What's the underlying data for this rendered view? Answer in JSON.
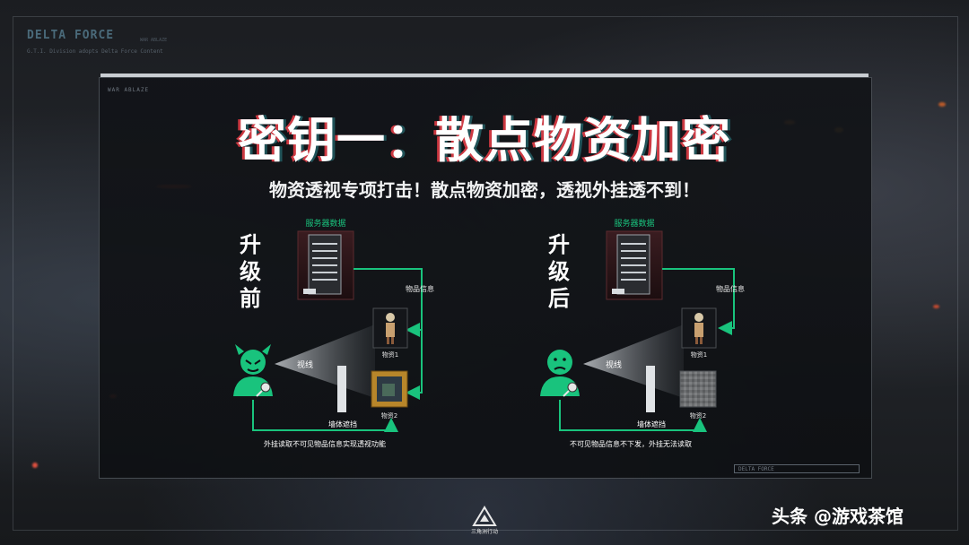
{
  "brand": {
    "name": "DELTA FORCE",
    "subline": "G.T.I. Division adopts Delta Force Content",
    "tag": "WAR ABLAZE"
  },
  "panel": {
    "label": "WAR ABLAZE",
    "stamp": "DELTA FORCE"
  },
  "title": "密钥一：散点物资加密",
  "subtitle": "物资透视专项打击！散点物资加密，透视外挂透不到！",
  "before": {
    "side_label": "升级前",
    "server_label": "服务器数据",
    "item_info_label": "物品信息",
    "sight_label": "视线",
    "wall_label": "墙体遮挡",
    "item1_label": "物资1",
    "item2_label": "物资2",
    "caption": "外挂读取不可见物品信息实现透视功能"
  },
  "after": {
    "side_label": "升级后",
    "server_label": "服务器数据",
    "item_info_label": "物品信息",
    "sight_label": "视线",
    "wall_label": "墙体遮挡",
    "item1_label": "物资1",
    "item2_label": "物资2",
    "caption": "不可见物品信息不下发，外挂无法读取"
  },
  "colors": {
    "accent_green": "#19c37d",
    "title_red": "#e23c46",
    "background": "#1b1d21"
  },
  "footer": {
    "watermark": "头条 @游戏茶馆",
    "game_logo": "三角洲行动"
  }
}
